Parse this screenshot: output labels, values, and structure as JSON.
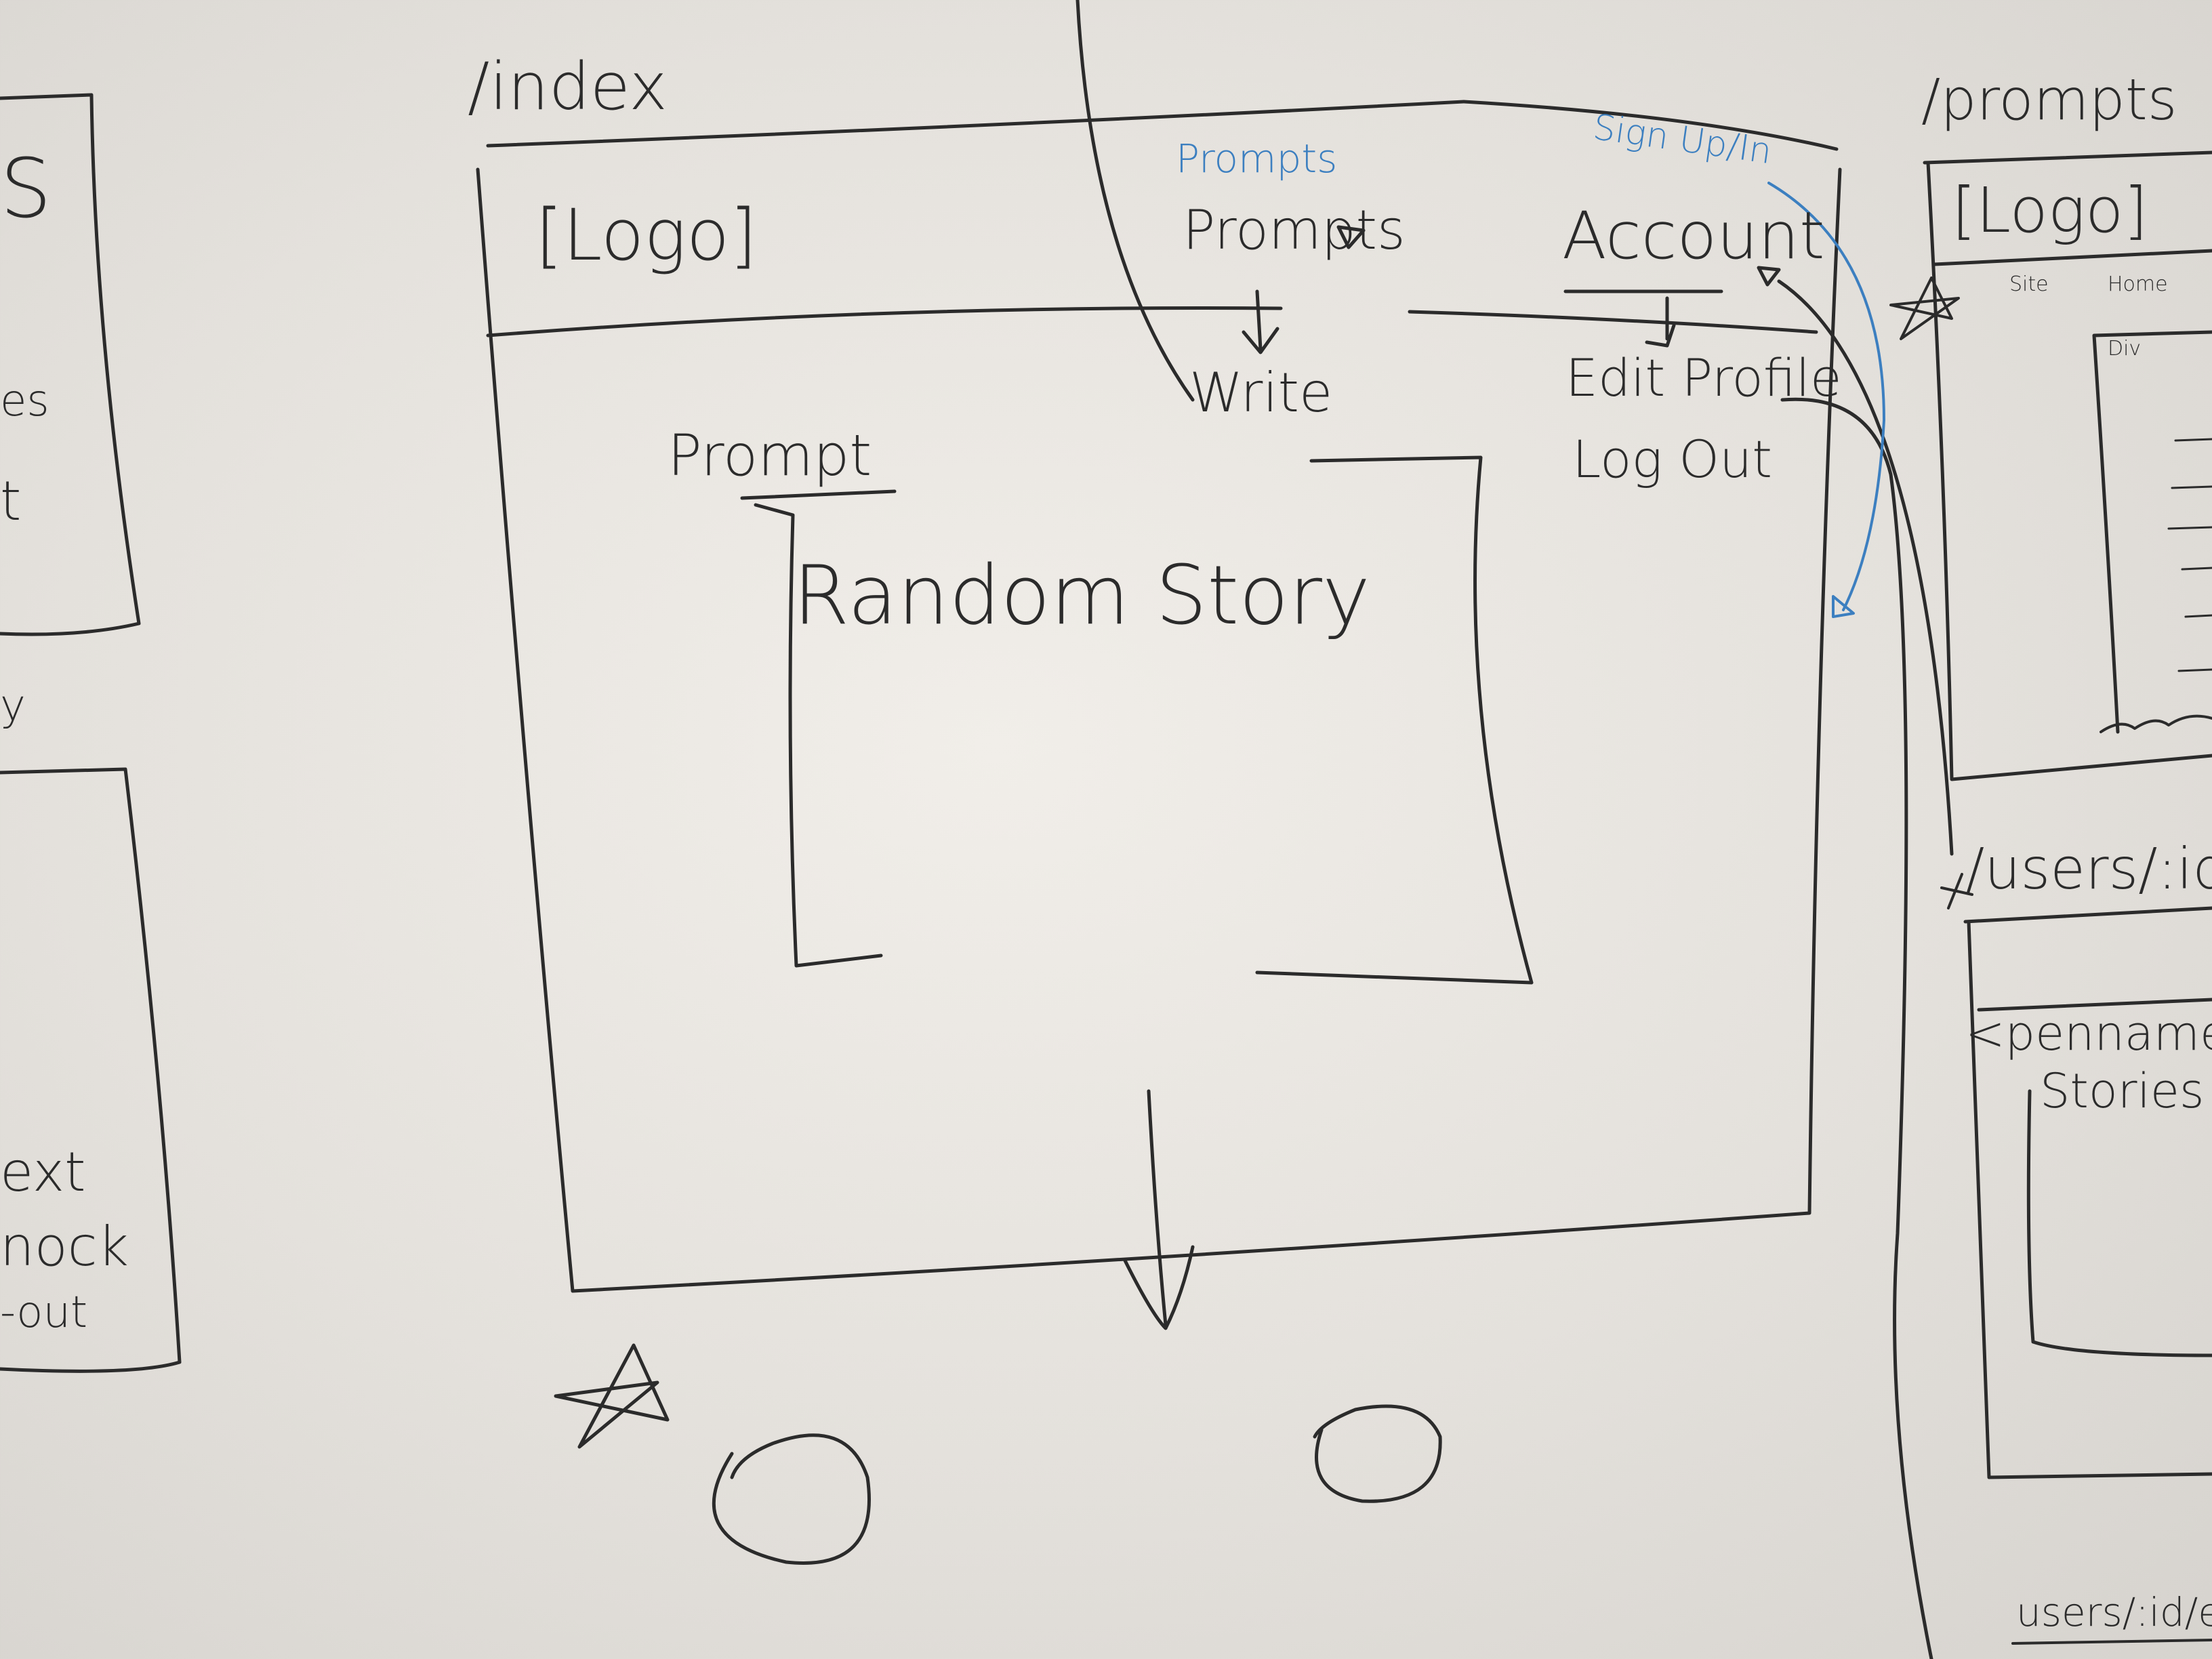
{
  "colors": {
    "board": "#e9e6e1",
    "marker_black": "#2b2b2b",
    "marker_blue": "#3c7fc0"
  },
  "index_sketch": {
    "route": "/index",
    "logo": "[Logo]",
    "nav_prompts_blue": "Prompts",
    "nav_prompts": "Prompts",
    "prompts_menu": [
      "Write"
    ],
    "signup_blue": "Sign Up/In",
    "nav_account": "Account",
    "account_menu": [
      "Edit Profile",
      "Log Out"
    ],
    "prompt_label": "Prompt",
    "story_title": "Random Story"
  },
  "prompts_sketch": {
    "route": "/prompts",
    "logo": "[Logo]",
    "nav_small": [
      "Site",
      "Home"
    ],
    "box_label": "Div"
  },
  "users_sketch": {
    "route": "/users/:id",
    "penname": "<penname>",
    "stories": "Stories",
    "edit_route": "users/:id/e"
  },
  "left_sketch": {
    "fragments": [
      "S",
      "es",
      "t",
      "y",
      "ext",
      "nock",
      "-out"
    ]
  },
  "icons": [
    "star-icon",
    "circle-icon",
    "triangle-icon",
    "arrow-down-icon"
  ]
}
